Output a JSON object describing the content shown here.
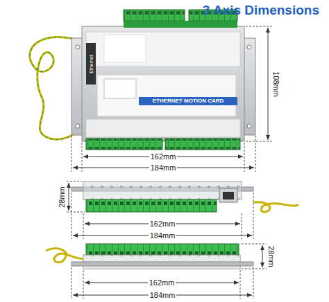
{
  "diagram": {
    "title": "3 Axis Dimensions",
    "labels": [
      "108mm",
      "162mm",
      "184mm",
      "28mm",
      "162mm",
      "184mm",
      "28mm",
      "162mm",
      "184mm",
      "Ethernet",
      "ETHERNET MOTION CARD"
    ]
  }
}
